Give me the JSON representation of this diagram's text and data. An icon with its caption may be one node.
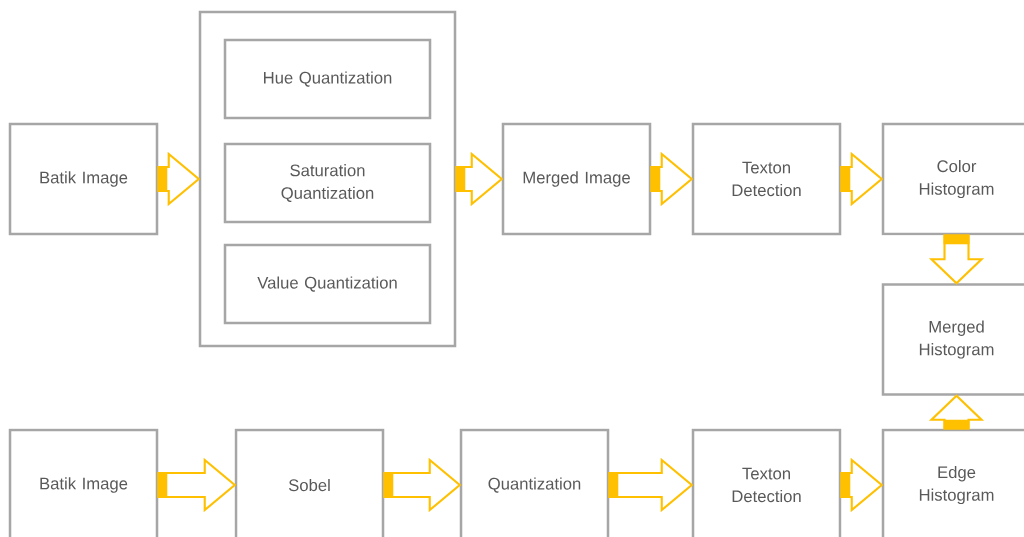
{
  "diagram": {
    "nodes": [
      {
        "text": [
          "Batik Image"
        ]
      },
      {
        "text": [],
        "shape": "box"
      },
      {
        "text": [
          "Hue Quantization"
        ],
        "in": 1
      },
      {
        "text": [
          "Saturation Quantization"
        ],
        "in": 1
      },
      {
        "text": [
          "Value Quantization"
        ],
        "in": 1
      },
      {
        "text": [
          "Merged Image"
        ]
      },
      {
        "text": [
          "Texton Detection"
        ]
      },
      {
        "text": [
          "Color Histogram"
        ]
      },
      {
        "text": [
          "Merged Histogram"
        ]
      },
      {
        "text": [
          "Batik Image"
        ]
      },
      {
        "text": [
          "Sobel"
        ]
      },
      {
        "text": [
          "Quantization"
        ]
      },
      {
        "text": [
          "Texton Detection"
        ]
      },
      {
        "text": [
          "Edge Histogram"
        ]
      }
    ],
    "edges": [
      {
        "from": 0,
        "to": 1,
        "arrow": "to"
      },
      {
        "from": 1,
        "to": 5,
        "arrow": "to"
      },
      {
        "from": 5,
        "to": 6,
        "arrow": "to"
      },
      {
        "from": 6,
        "to": 7,
        "arrow": "to"
      },
      {
        "from": 7,
        "to": 8,
        "arrow": "to"
      },
      {
        "from": 13,
        "to": 8,
        "arrow": "to"
      },
      {
        "from": 9,
        "to": 10,
        "arrow": "to"
      },
      {
        "from": 10,
        "to": 11,
        "arrow": "to"
      },
      {
        "from": 11,
        "to": 12,
        "arrow": "to"
      },
      {
        "from": 12,
        "to": 13,
        "arrow": "to"
      }
    ]
  }
}
